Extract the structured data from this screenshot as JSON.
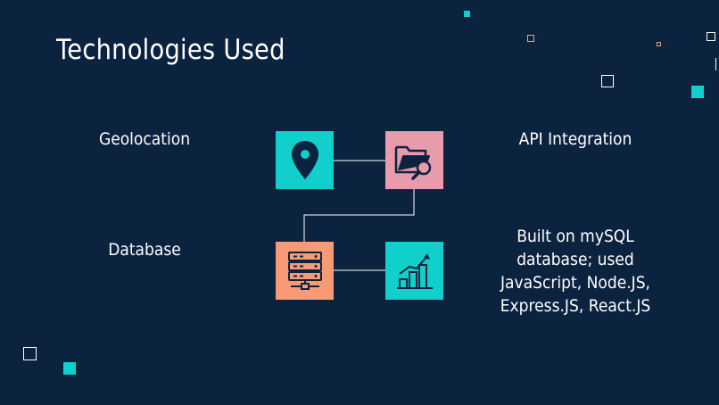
{
  "slide": {
    "title": "Technologies Used",
    "labels": {
      "geolocation": "Geolocation",
      "api": "API Integration",
      "database": "Database"
    },
    "description_lines": [
      "Built on mySQL",
      "database; used",
      "JavaScript, Node.JS,",
      "Express.JS, React.JS"
    ]
  },
  "colors": {
    "background": "#0c2340",
    "teal": "#11d0cb",
    "pink": "#e89bab",
    "salmon": "#f79a75",
    "orange_outline": "#f0a070",
    "white": "#ffffff"
  },
  "icons": {
    "geolocation": "map-pin-icon",
    "api": "folder-search-icon",
    "database": "server-network-icon",
    "analytics": "bar-chart-growth-icon"
  }
}
